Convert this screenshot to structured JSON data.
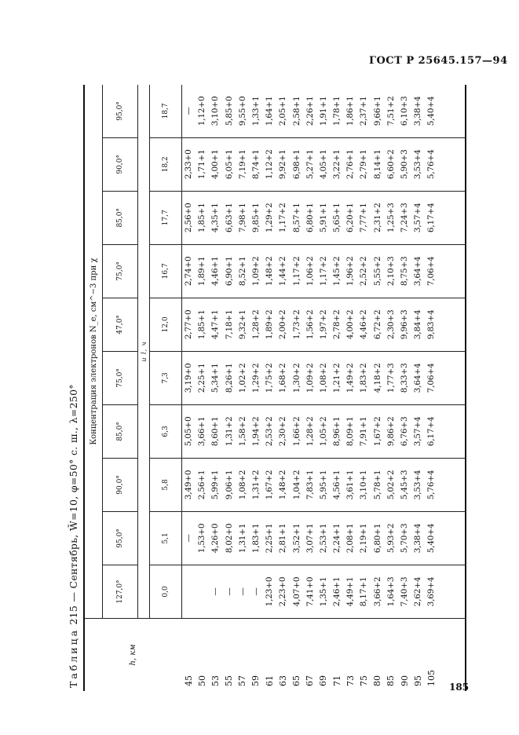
{
  "header": {
    "standard": "ГОСТ Р 25645.157—94"
  },
  "page_number": "185",
  "caption": {
    "label": "Таблица",
    "number": "215",
    "text": "— Сентябрь, W̄=10, φ=50° с. ш., λ=250°"
  },
  "table": {
    "h_header": "h, км",
    "super_header": "Концентрация электронов N_e, см^−3 при χ",
    "lt_header": "и l, ч",
    "columns": [
      {
        "chi": "127,0°",
        "lt": "0,0"
      },
      {
        "chi": "95,0°",
        "lt": "5,1"
      },
      {
        "chi": "90,0°",
        "lt": "5,8"
      },
      {
        "chi": "85,0°",
        "lt": "6,3"
      },
      {
        "chi": "75,0°",
        "lt": "7,3"
      },
      {
        "chi": "47,0°",
        "lt": "12,0"
      },
      {
        "chi": "75,0°",
        "lt": "16,7"
      },
      {
        "chi": "85,0°",
        "lt": "17,7"
      },
      {
        "chi": "90,0°",
        "lt": "18,2"
      },
      {
        "chi": "95,0°",
        "lt": "18,7"
      }
    ],
    "h": [
      "45",
      "50",
      "53",
      "55",
      "57",
      "59",
      "61",
      "63",
      "65",
      "67",
      "69",
      "71",
      "73",
      "75",
      "80",
      "85",
      "90",
      "95",
      "105"
    ],
    "values": [
      [
        "",
        "",
        "—",
        "—",
        "—",
        "—",
        "1,23+0",
        "2,23+0",
        "4,07+0",
        "7,41+0",
        "1,35+1",
        "2,46+1",
        "4,49+1",
        "8,17+1",
        "3,66+2",
        "1,64+3",
        "7,40+3",
        "2,62+4",
        "3,69+4"
      ],
      [
        "—",
        "1,53+0",
        "4,26+0",
        "8,02+0",
        "1,31+1",
        "1,83+1",
        "2,25+1",
        "2,81+1",
        "3,52+1",
        "3,07+1",
        "2,53+1",
        "2,24+1",
        "2,08+1",
        "2,19+1",
        "6,80+1",
        "5,93+2",
        "5,70+3",
        "3,38+4",
        "5,40+4"
      ],
      [
        "3,49+0",
        "2,56+1",
        "5,99+1",
        "9,06+1",
        "1,08+2",
        "1,31+2",
        "1,67+2",
        "1,48+2",
        "1,04+2",
        "7,83+1",
        "5,95+1",
        "4,56+1",
        "3,61+1",
        "3,10+1",
        "5,78+1",
        "5,02+2",
        "5,45+3",
        "3,53+4",
        "5,76+4"
      ],
      [
        "5,05+0",
        "3,66+1",
        "8,60+1",
        "1,31+2",
        "1,58+2",
        "1,94+2",
        "2,53+2",
        "2,30+2",
        "1,66+2",
        "1,28+2",
        "1,05+2",
        "8,96+1",
        "8,09+1",
        "7,91+1",
        "1,67+2",
        "9,86+2",
        "6,76+3",
        "3,57+4",
        "6,17+4"
      ],
      [
        "3,19+0",
        "2,25+1",
        "5,34+1",
        "8,26+1",
        "1,02+2",
        "1,29+2",
        "1,75+2",
        "1,68+2",
        "1,30+2",
        "1,09+2",
        "1,08+2",
        "1,21+2",
        "1,49+2",
        "1,83+2",
        "4,18+2",
        "1,77+3",
        "8,33+3",
        "3,64+4",
        "7,06+4"
      ],
      [
        "2,77+0",
        "1,85+1",
        "4,47+1",
        "7,18+1",
        "9,32+1",
        "1,28+2",
        "1,89+2",
        "2,00+2",
        "1,73+2",
        "1,56+2",
        "1,97+2",
        "2,78+2",
        "4,00+2",
        "4,46+2",
        "6,72+2",
        "2,30+3",
        "9,96+3",
        "3,84+4",
        "9,83+4"
      ],
      [
        "2,74+0",
        "1,89+1",
        "4,46+1",
        "6,90+1",
        "8,52+1",
        "1,09+2",
        "1,48+2",
        "1,44+2",
        "1,17+2",
        "1,06+2",
        "1,17+2",
        "1,45+2",
        "1,96+2",
        "2,52+2",
        "5,55+2",
        "2,10+3",
        "8,75+3",
        "3,64+4",
        "7,06+4"
      ],
      [
        "2,56+0",
        "1,85+1",
        "4,35+1",
        "6,63+1",
        "7,98+1",
        "9,85+1",
        "1,29+2",
        "1,17+2",
        "8,57+1",
        "6,80+1",
        "5,91+1",
        "5,65+1",
        "6,20+1",
        "7,77+1",
        "2,31+2",
        "1,25+3",
        "7,24+3",
        "3,57+4",
        "6,17+4"
      ],
      [
        "2,33+0",
        "1,71+1",
        "4,00+1",
        "6,05+1",
        "7,19+1",
        "8,74+1",
        "1,12+2",
        "9,92+1",
        "6,98+1",
        "5,27+1",
        "4,05+1",
        "3,22+1",
        "2,76+1",
        "2,79+1",
        "8,14+1",
        "6,60+2",
        "5,90+3",
        "3,53+4",
        "5,76+4"
      ],
      [
        "—",
        "1,12+0",
        "3,10+0",
        "5,85+0",
        "9,55+0",
        "1,33+1",
        "1,64+1",
        "2,05+1",
        "2,58+1",
        "2,26+1",
        "1,91+1",
        "1,78+1",
        "1,86+1",
        "2,37+1",
        "9,66+1",
        "7,51+2",
        "6,10+3",
        "3,38+4",
        "5,40+4"
      ]
    ]
  }
}
